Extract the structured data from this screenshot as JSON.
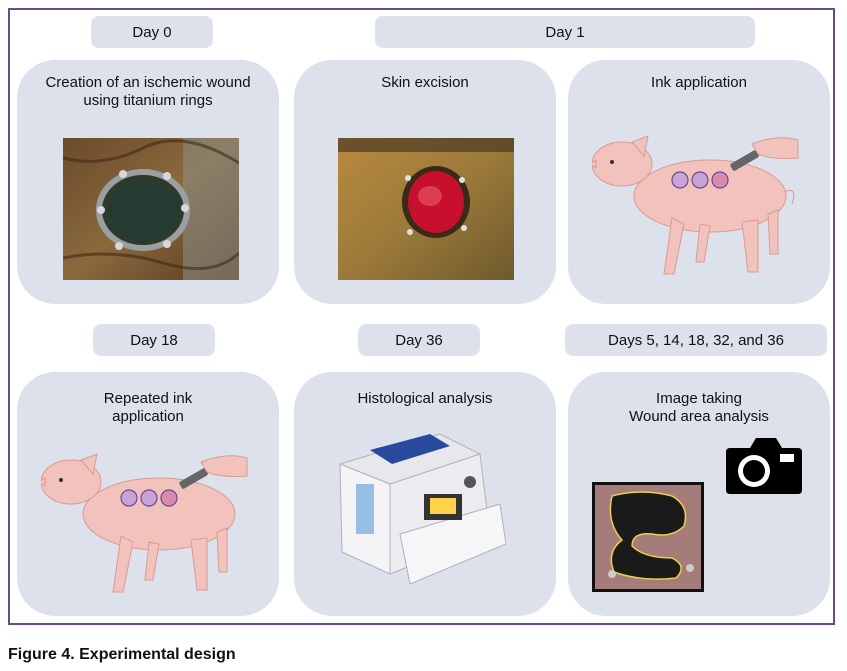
{
  "figure": {
    "caption": "Figure 4. Experimental design"
  },
  "timeline": {
    "day0": "Day 0",
    "day1": "Day 1",
    "day18": "Day 18",
    "day36": "Day 36",
    "days_multi": "Days 5, 14, 18, 32, and 36"
  },
  "panels": {
    "wound_creation": {
      "line1": "Creation of an ischemic wound",
      "line2": "using titanium rings"
    },
    "skin_excision": {
      "title": "Skin excision"
    },
    "ink_application": {
      "title": "Ink application"
    },
    "repeated_ink": {
      "line1": "Repeated ink",
      "line2": "application"
    },
    "histology": {
      "title": "Histological analysis"
    },
    "imaging": {
      "line1": "Image taking",
      "line2": "Wound area analysis"
    }
  },
  "colors": {
    "frame": "#6a4a8c",
    "box": "#dde1ec",
    "pig": "#f2c3bd",
    "ink_spot": "#c7a3d6"
  }
}
